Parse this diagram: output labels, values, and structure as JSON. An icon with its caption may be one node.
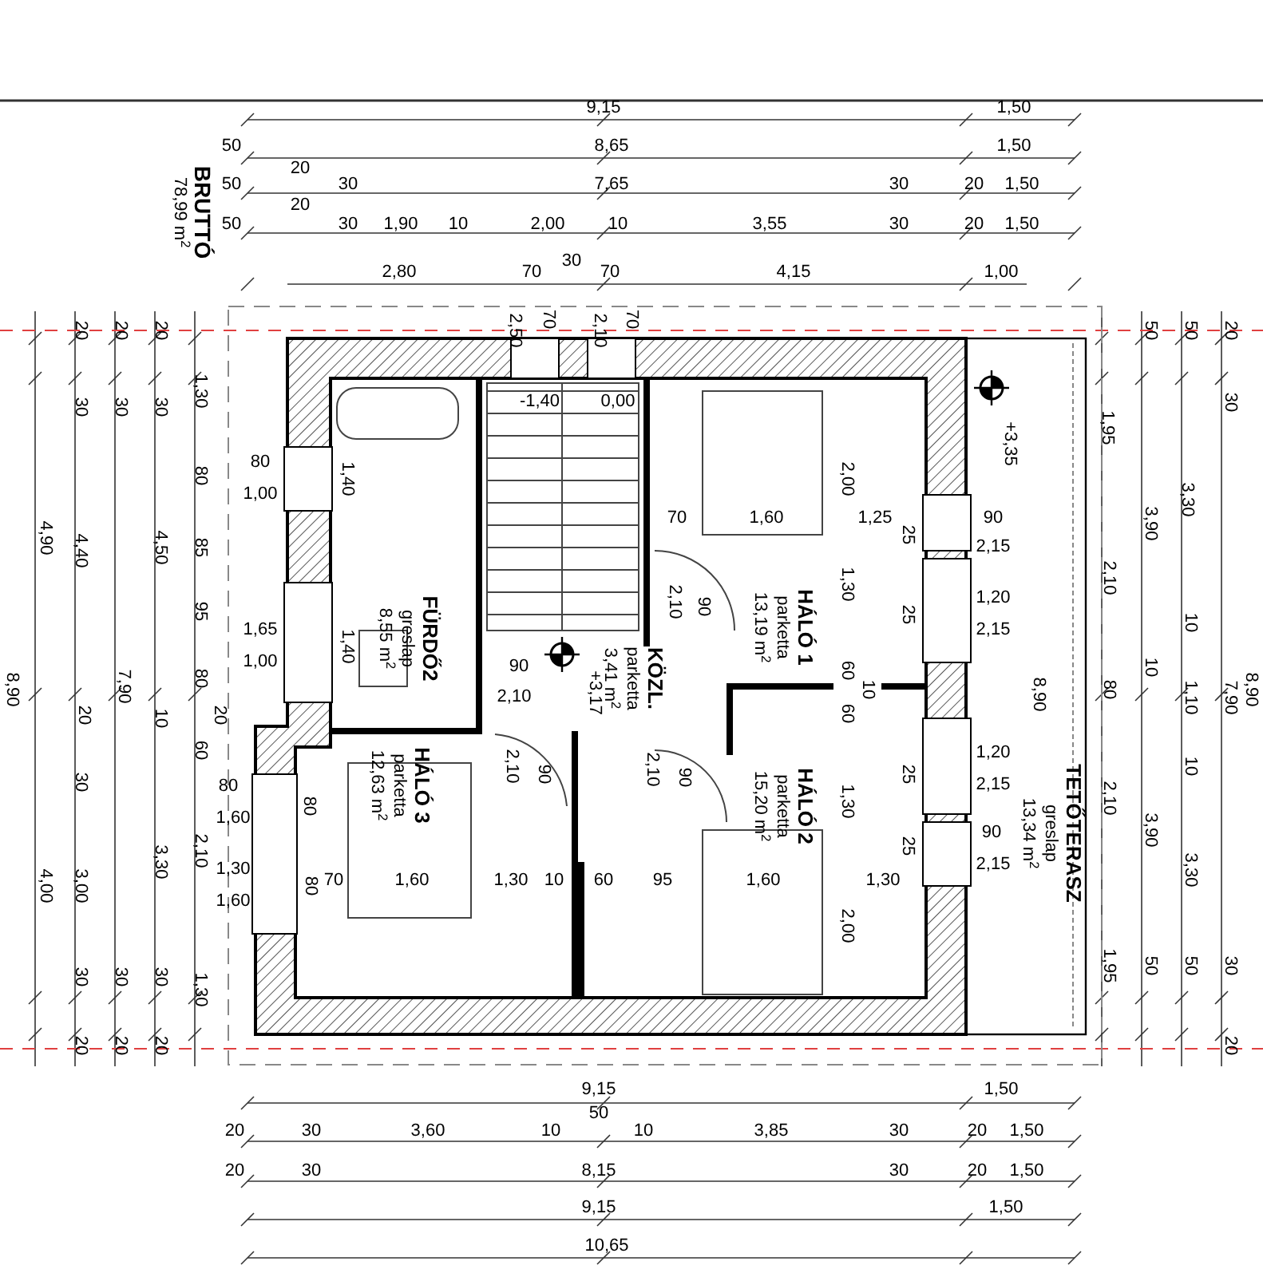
{
  "diagram": {
    "nodes": [
      {
        "text": [
          "FÜRDŐ2",
          "greslap",
          "8,55 m$^{2}$"
        ]
      },
      {
        "text": [
          "KÖZL.",
          "parketta",
          "3,41 m$^{2}$"
        ]
      },
      {
        "text": [
          "HÁLÓ 1",
          "parketta",
          "13,19 m$^{2}$"
        ]
      },
      {
        "text": [
          "HÁLÓ 2",
          "parketta",
          "15,20 m$^{2}$"
        ]
      },
      {
        "text": [
          "HÁLÓ 3",
          "parketta",
          "12,63 m$^{2}$"
        ]
      },
      {
        "text": [
          "TETŐTERASZ",
          "greslap",
          "13,34 m$^{2}$"
        ]
      }
    ],
    "labels": [
      "78,99 m$^{2}$",
      "BRUTTÓ",
      "9,15",
      "1,50",
      "50",
      "8,65",
      "1,50",
      "20",
      "50",
      "30",
      "7,65",
      "30",
      "20",
      "1,50",
      "20",
      "50",
      "30",
      "1,90",
      "10",
      "2,00",
      "10",
      "3,55",
      "30",
      "20",
      "1,50",
      "30",
      "2,80",
      "70",
      "70",
      "4,15",
      "1,00",
      "20",
      "20",
      "20",
      "2,50",
      "70",
      "2,10",
      "70",
      "50",
      "50",
      "20",
      "30",
      "30",
      "30",
      "1,30",
      "-1,40",
      "0,00",
      "30",
      "1,95",
      "+3,35",
      "80",
      "80",
      "1,40",
      "2,00",
      "1,00",
      "3,30",
      "70",
      "1,60",
      "1,25",
      "90",
      "3,90",
      "25",
      "4,90",
      "4,50",
      "85",
      "2,15",
      "4,40",
      "1,30",
      "1,20",
      "2,10",
      "95",
      "2,10",
      "90",
      "25",
      "1,65",
      "2,15",
      "10",
      "1,00",
      "1,40",
      "90",
      "60",
      "10",
      "8,90",
      "7,90",
      "80",
      "2,10",
      "+3,17",
      "10",
      "8,90",
      "80",
      "1,10",
      "7,90",
      "8,90",
      "20",
      "10",
      "20",
      "60",
      "30",
      "60",
      "80",
      "2,10",
      "90",
      "2,10",
      "90",
      "25",
      "1,20",
      "2,15",
      "10",
      "1,60",
      "80",
      "1,30",
      "2,10",
      "3,30",
      "2,10",
      "1,30",
      "25",
      "90",
      "2,15",
      "3,90",
      "3,30",
      "4,00",
      "3,00",
      "1,60",
      "80",
      "70",
      "1,60",
      "1,30",
      "10",
      "60",
      "95",
      "1,60",
      "1,30",
      "2,00",
      "30",
      "30",
      "30",
      "1,30",
      "1,95",
      "50",
      "50",
      "30",
      "20",
      "20",
      "20",
      "20",
      "9,15",
      "1,50",
      "50",
      "20",
      "30",
      "3,60",
      "10",
      "10",
      "3,85",
      "30",
      "20",
      "1,50",
      "20",
      "30",
      "8,15",
      "30",
      "20",
      "1,50",
      "9,15",
      "1,50",
      "10,65"
    ]
  }
}
